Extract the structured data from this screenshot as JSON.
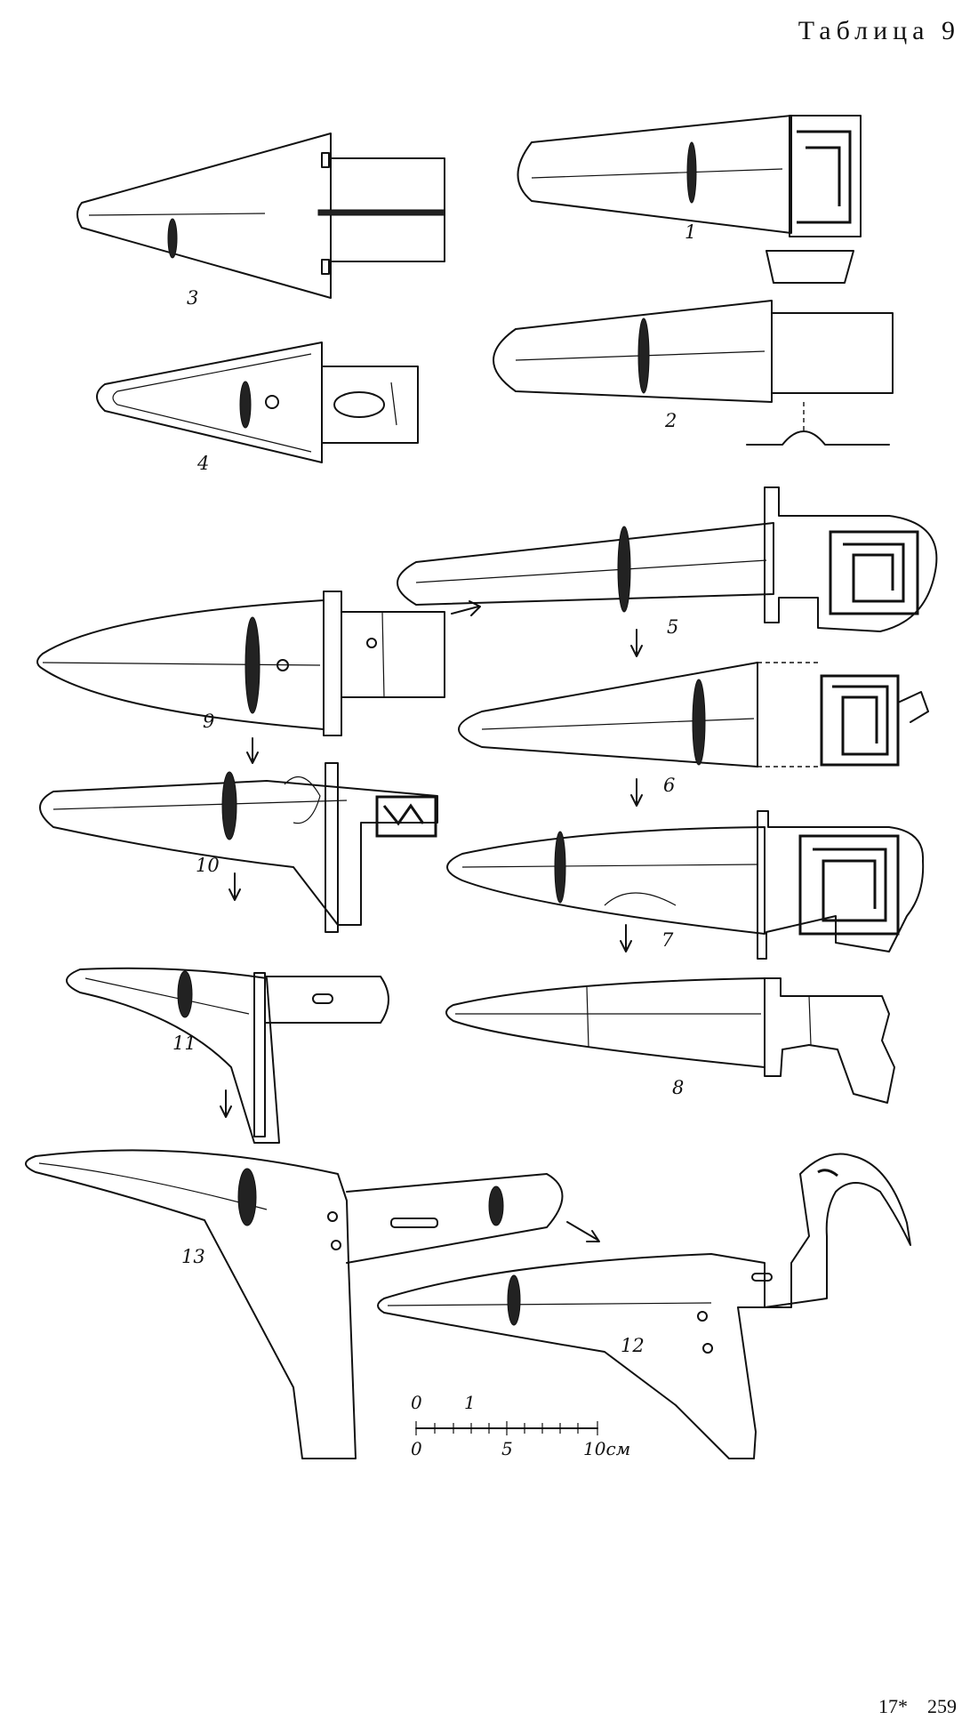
{
  "page": {
    "title": "Таблица 9",
    "footer_signature": "17*",
    "footer_page": "259"
  },
  "figures": [
    {
      "id": "fig-1",
      "label": "1"
    },
    {
      "id": "fig-2",
      "label": "2"
    },
    {
      "id": "fig-3",
      "label": "3"
    },
    {
      "id": "fig-4",
      "label": "4"
    },
    {
      "id": "fig-5",
      "label": "5"
    },
    {
      "id": "fig-6",
      "label": "6"
    },
    {
      "id": "fig-7",
      "label": "7"
    },
    {
      "id": "fig-8",
      "label": "8"
    },
    {
      "id": "fig-9",
      "label": "9"
    },
    {
      "id": "fig-10",
      "label": "10"
    },
    {
      "id": "fig-11",
      "label": "11"
    },
    {
      "id": "fig-12",
      "label": "12"
    },
    {
      "id": "fig-13",
      "label": "13"
    }
  ],
  "scale_bar": {
    "upper_labels": [
      "0",
      "1"
    ],
    "lower_labels": [
      "0",
      "5",
      "10см"
    ]
  }
}
